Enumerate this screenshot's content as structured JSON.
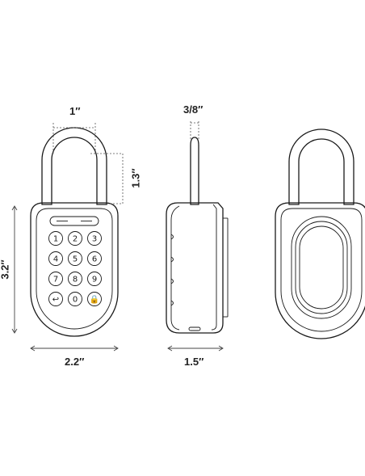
{
  "figure": {
    "dimensions": {
      "shackle_width": "1″",
      "shackle_thickness": "3/8″",
      "shackle_height": "1.3″",
      "body_height": "3.2″",
      "body_width": "2.2″",
      "body_depth": "1.5″"
    },
    "keypad": {
      "keys": [
        "1",
        "2",
        "3",
        "4",
        "5",
        "6",
        "7",
        "8",
        "9",
        "↩",
        "0",
        "🔒"
      ]
    },
    "colors": {
      "line": "#1a1a1a",
      "dimension": "#444444",
      "background": "#ffffff"
    }
  }
}
